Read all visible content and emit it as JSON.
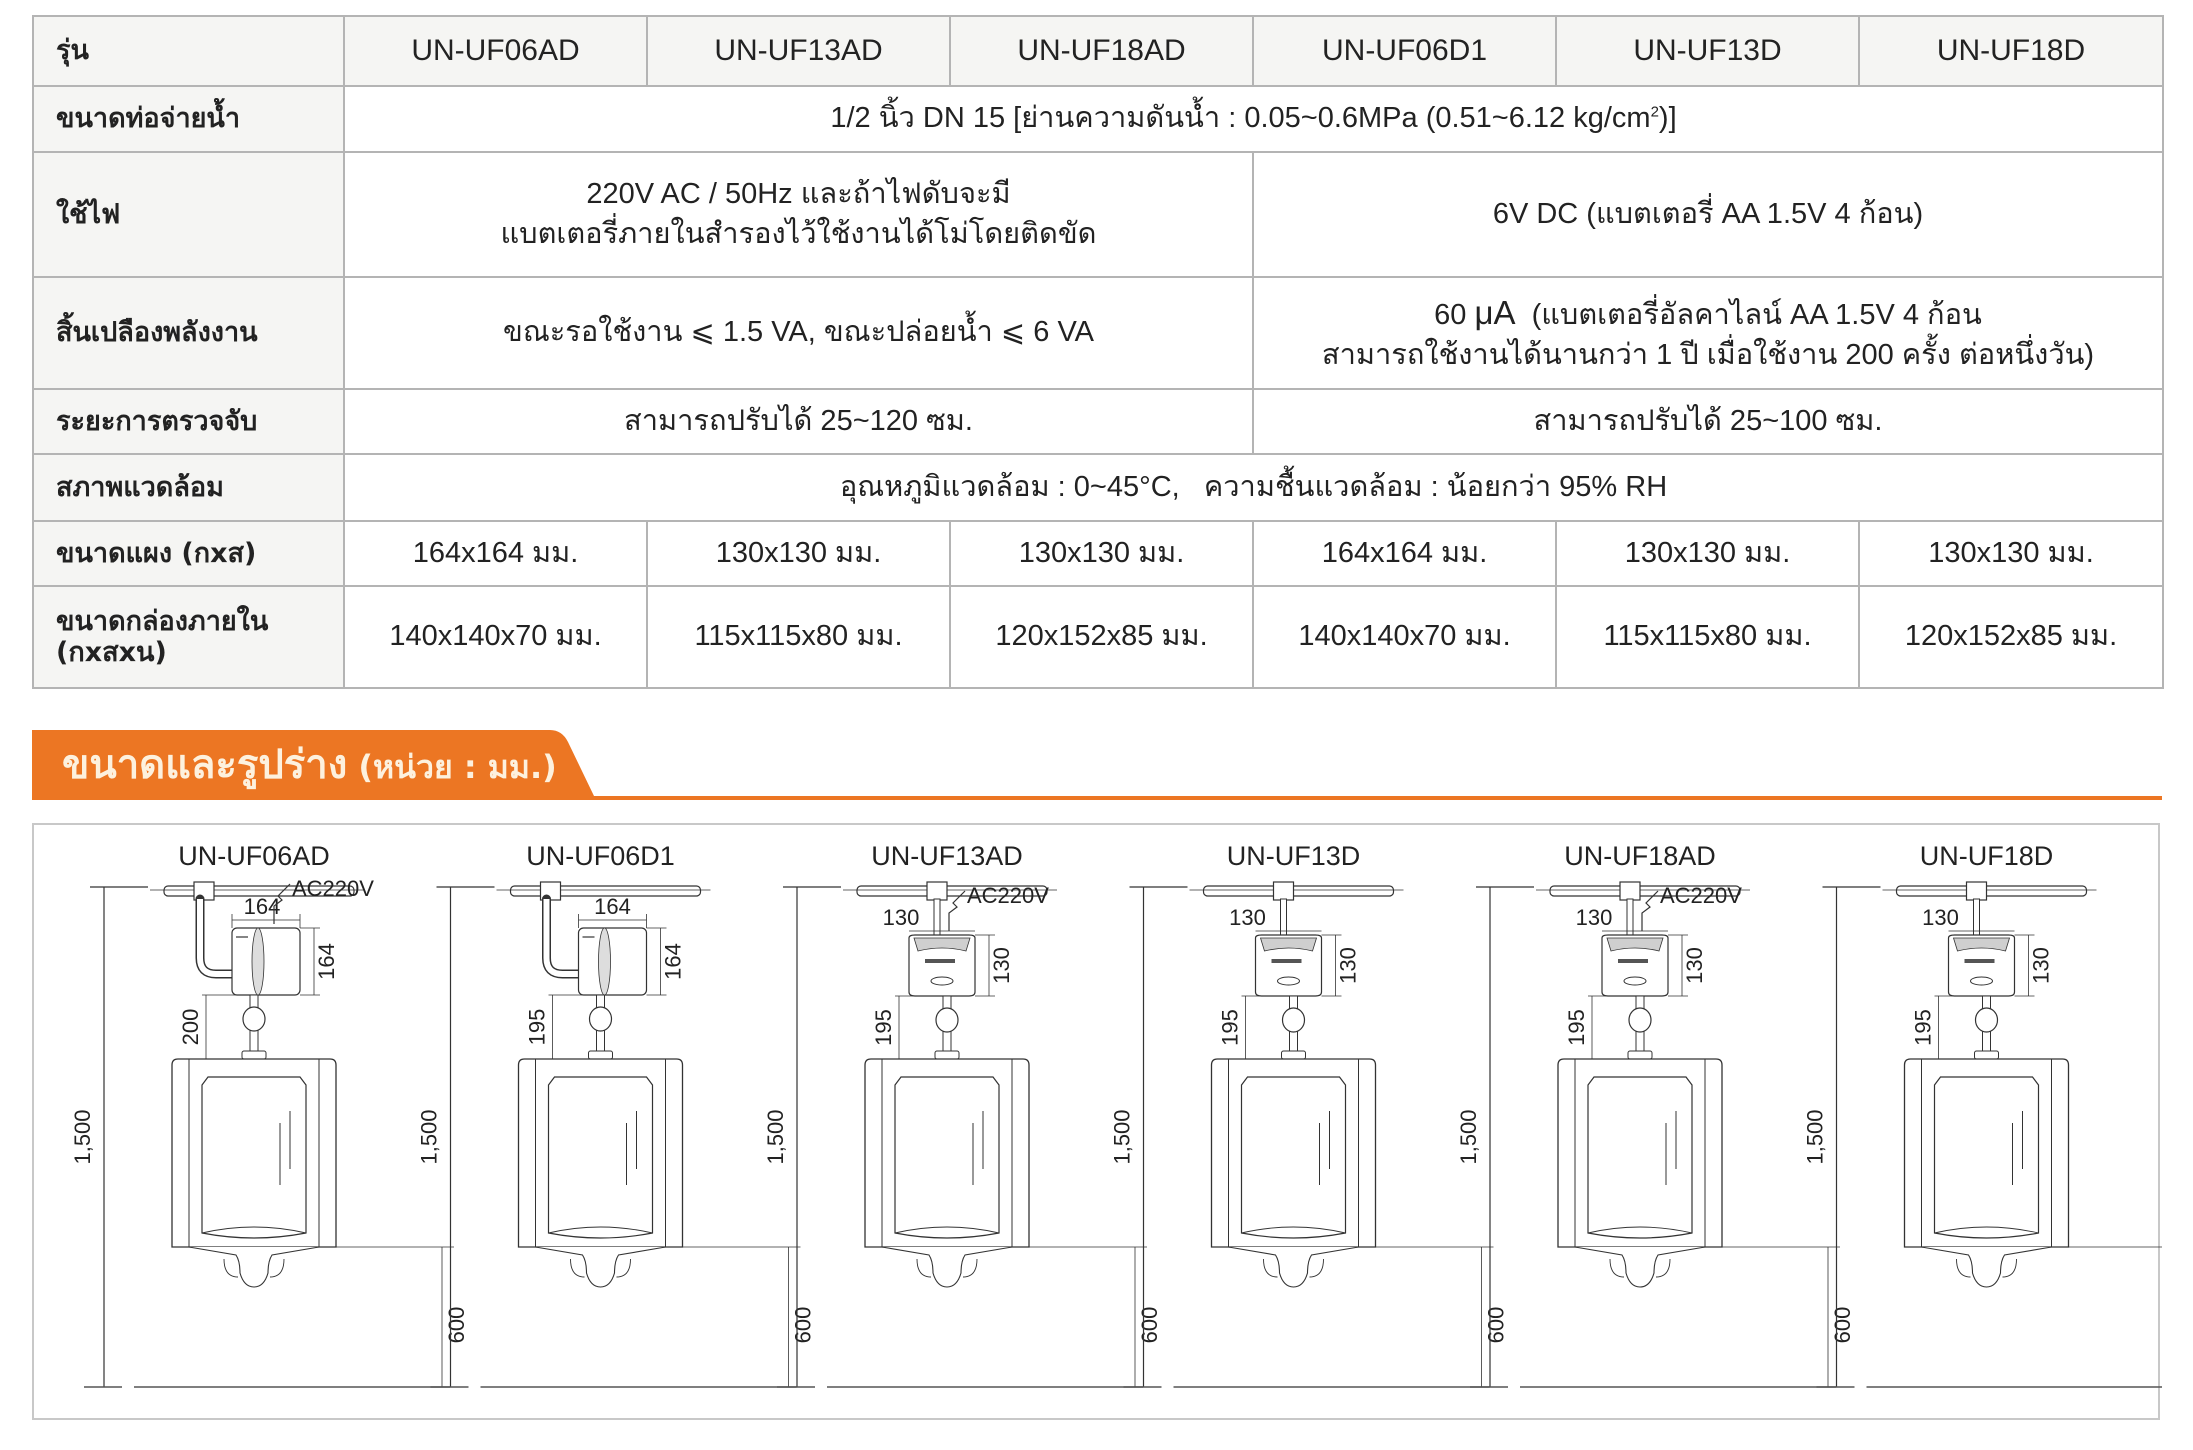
{
  "spec_table": {
    "header": {
      "label": "รุ่น",
      "models": [
        "UN-UF06AD",
        "UN-UF13AD",
        "UN-UF18AD",
        "UN-UF06D1",
        "UN-UF13D",
        "UN-UF18D"
      ]
    },
    "rows": {
      "pipe": {
        "label": "ขนาดท่อจ่ายน้ำ",
        "value_pre": "1/2 นิ้ว DN 15 [ย่านความดันน้ำ : 0.05~0.6MPa (0.51~6.12 kg/cm",
        "value_sup": "2",
        "value_post": ")]"
      },
      "power": {
        "label": "ใช้ไฟ",
        "ac_line1": "220V AC / 50Hz และถ้าไฟดับจะมี",
        "ac_line2": "แบตเตอรี่ภายในสำรองไว้ใช้งานได้โม่โดยติดขัด",
        "dc": "6V DC (แบตเตอรี่ AA 1.5V 4 ก้อน)"
      },
      "consumption": {
        "label": "สิ้นเปลืองพลังงาน",
        "ac": "ขณะรอใช้งาน ⩽ 1.5 VA, ขณะปล่อยน้ำ ⩽ 6 VA",
        "dc_num": "60 ",
        "dc_unit": "μA",
        "dc_line1_rest": "  (แบตเตอรี่อัลคาไลน์ AA 1.5V 4 ก้อน",
        "dc_line2": "สามารถใช้งานได้นานกว่า 1 ปี เมื่อใช้งาน 200 ครั้ง ต่อหนึ่งวัน)"
      },
      "detection": {
        "label": "ระยะการตรวจจับ",
        "ac": "สามารถปรับได้ 25~120 ซม.",
        "dc": "สามารถปรับได้ 25~100 ซม."
      },
      "environment": {
        "label": "สภาพแวดล้อม",
        "value": "อุณหภูมิแวดล้อม : 0~45°C,   ความชื้นแวดล้อม : น้อยกว่า 95% RH"
      },
      "panel_size": {
        "label": "ขนาดแผง (กxส)",
        "values": [
          "164x164 มม.",
          "130x130 มม.",
          "130x130 มม.",
          "164x164 มม.",
          "130x130 มม.",
          "130x130 มม."
        ]
      },
      "box_size": {
        "label_line1": "ขนาดกล่องภายใน",
        "label_line2": "(กxสxน)",
        "values": [
          "140x140x70 มม.",
          "115x115x80 มม.",
          "120x152x85 มม.",
          "140x140x70 มม.",
          "115x115x80 มม.",
          "120x152x85 มม."
        ]
      }
    }
  },
  "section": {
    "title": "ขนาดและรูปร่าง",
    "unit": " (หน่วย : มม.)",
    "color": "#ec7623",
    "text_color": "#fdf1de"
  },
  "diagrams": [
    {
      "model": "UN-UF06AD",
      "panel_w": "164",
      "panel_h": "164",
      "gap": "200",
      "power_label": "AC220V",
      "style": "square",
      "total_height": "1,500",
      "floor_height": "600"
    },
    {
      "model": "UN-UF06D1",
      "panel_w": "164",
      "panel_h": "164",
      "gap": "195",
      "power_label": "",
      "style": "square",
      "total_height": "1,500",
      "floor_height": "600"
    },
    {
      "model": "UN-UF13AD",
      "panel_w": "130",
      "panel_h": "130",
      "gap": "195",
      "power_label": "AC220V",
      "style": "compact",
      "total_height": "1,500",
      "floor_height": "600"
    },
    {
      "model": "UN-UF13D",
      "panel_w": "130",
      "panel_h": "130",
      "gap": "195",
      "power_label": "",
      "style": "compact",
      "total_height": "1,500",
      "floor_height": "600"
    },
    {
      "model": "UN-UF18AD",
      "panel_w": "130",
      "panel_h": "130",
      "gap": "195",
      "power_label": "AC220V",
      "style": "compact",
      "total_height": "1,500",
      "floor_height": "600"
    },
    {
      "model": "UN-UF18D",
      "panel_w": "130",
      "panel_h": "130",
      "gap": "195",
      "power_label": "",
      "style": "compact",
      "total_height": "1,500",
      "floor_height": "600"
    }
  ]
}
